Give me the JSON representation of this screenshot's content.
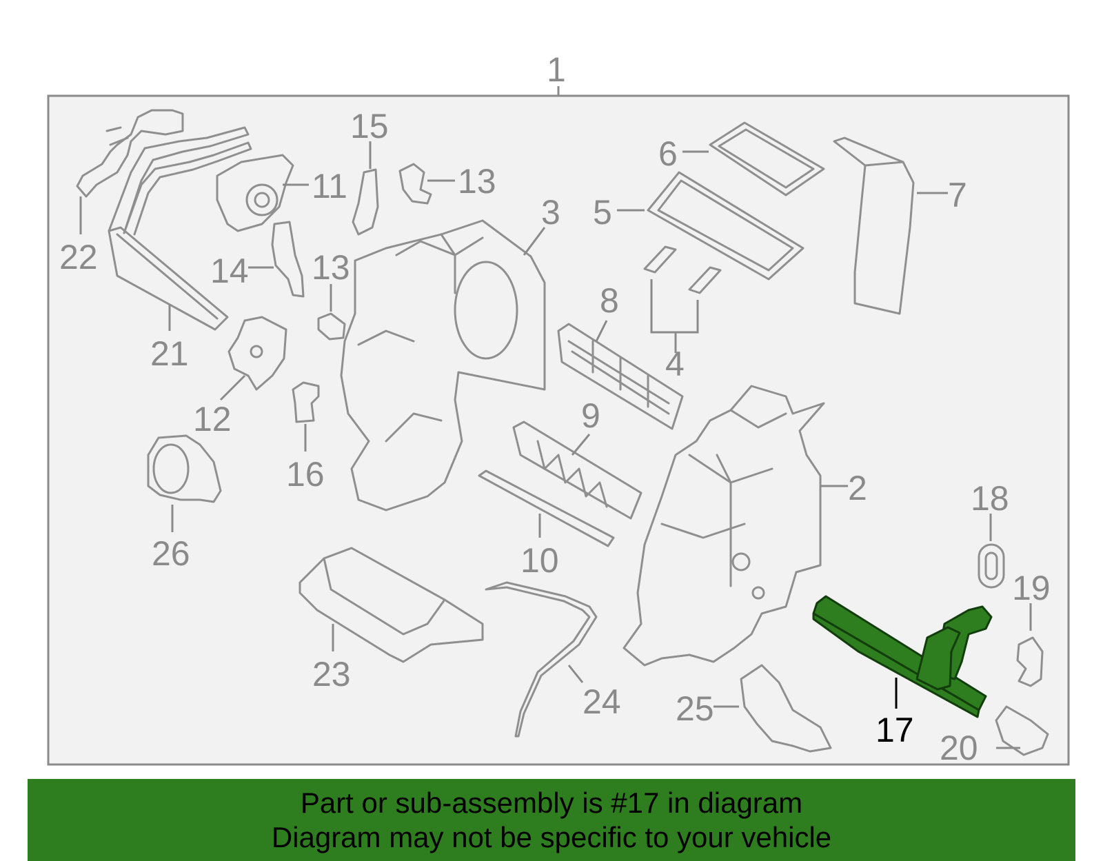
{
  "callouts": {
    "c1": "1",
    "c2": "2",
    "c3": "3",
    "c4": "4",
    "c5": "5",
    "c6": "6",
    "c7": "7",
    "c8": "8",
    "c9": "9",
    "c10": "10",
    "c11": "11",
    "c12": "12",
    "c13a": "13",
    "c13b": "13",
    "c14": "14",
    "c15": "15",
    "c16": "16",
    "c17": "17",
    "c18": "18",
    "c19": "19",
    "c20": "20",
    "c21": "21",
    "c22": "22",
    "c23": "23",
    "c24": "24",
    "c25": "25",
    "c26": "26"
  },
  "highlighted_part": "17",
  "banner": {
    "line1": "Part or sub-assembly is #17 in diagram",
    "line2": "Diagram may not be specific to your vehicle"
  },
  "colors": {
    "banner_bg": "#2e7d1e",
    "highlight": "#2e7d1e",
    "line_art": "#8f8f8f",
    "frame_bg": "#f2f2f2"
  }
}
